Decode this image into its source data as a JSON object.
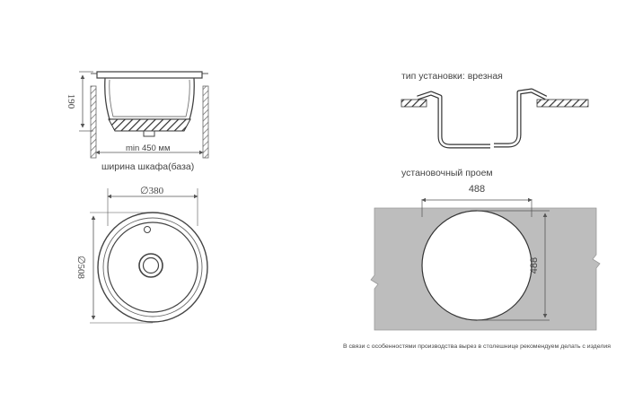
{
  "side_view": {
    "height_label": "190",
    "min_width_label": "min 450 мм",
    "cabinet_width_label": "ширина шкафа(база)"
  },
  "top_view": {
    "diameter_label": "∅380",
    "outer_diameter_label": "∅508"
  },
  "installation": {
    "type_label": "тип установки: врезная",
    "cutout_label": "установочный проем",
    "cutout_width": "488",
    "cutout_height": "488",
    "note": "В связи с особенностями производства вырез в столешнице рекомендуем делать с изделия"
  }
}
